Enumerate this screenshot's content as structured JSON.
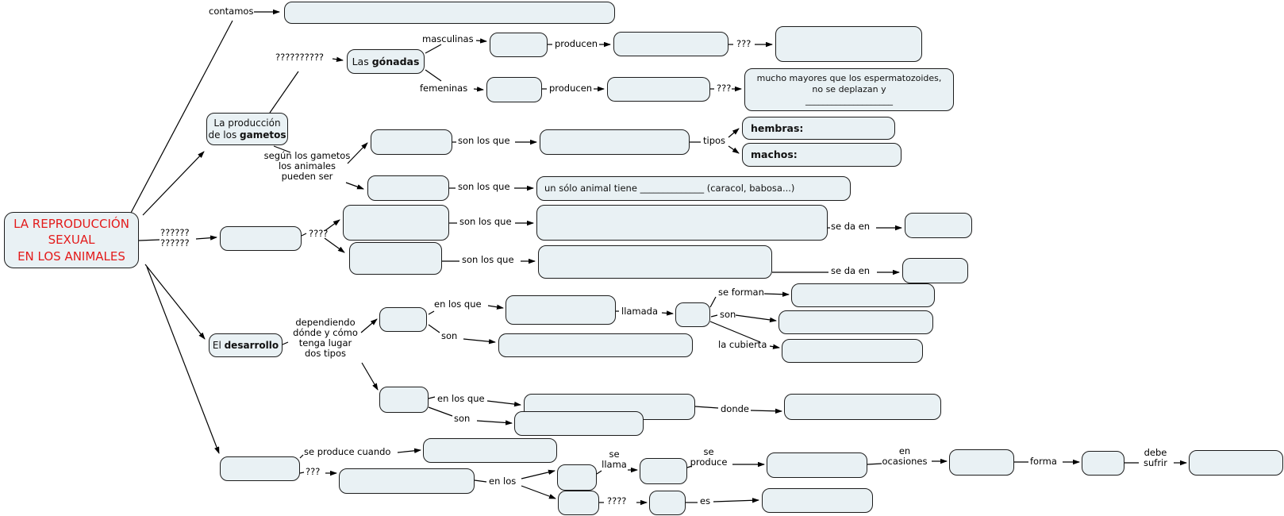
{
  "root": {
    "title": "LA REPRODUCCIÓN\nSEXUAL\nEN LOS ANIMALES"
  },
  "nodes": {
    "gonadas_prefix": "Las ",
    "gonadas_bold": "gónadas",
    "produccion_line1": "La producción",
    "produccion_prefix": "de los ",
    "produccion_bold": "gametos",
    "desarrollo_prefix": "El ",
    "desarrollo_bold": "desarrollo",
    "hembras": "hembras:",
    "machos": "machos:",
    "fem_result": "mucho mayores que los espermatozoides,\nno se deplazan y\n____________________",
    "tipoB_def": "un sólo animal tiene ______________  (caracol, babosa...)"
  },
  "labels": {
    "contamos": "contamos",
    "q10": "??????????",
    "masculinas": "masculinas",
    "producen_m": "producen",
    "q3_m": "???",
    "femeninas": "femeninas",
    "producen_f": "producen",
    "q3_f": "???",
    "segun": "según los gametos\nlos animales\npueden ser",
    "son_los_que_a": "son los que",
    "tipos": "tipos",
    "son_los_que_b": "son los que",
    "q6": "??????\n??????",
    "q4": "????",
    "son_los_que_c": "son los que",
    "se_da_en_a": "se da en",
    "son_los_que_d": "son los que",
    "se_da_en_b": "se da en",
    "dependiendo": "dependiendo\ndónde y cómo\ntenga lugar\ndos tipos",
    "en_los_que_1": "en los que",
    "llamada": "llamada",
    "se_forman": "se forman",
    "son_1": "son",
    "la_cubierta": "la cubierta",
    "son_2": "son",
    "en_los_que_2": "en los que",
    "donde": "donde",
    "son_3": "son",
    "se_produce_cuando": "se produce cuando",
    "q3_b": "???",
    "en_los": "en los",
    "se_llama": "se\nllama",
    "se_produce": "se\nproduce",
    "en_ocasiones": "en\nocasiones",
    "forma": "forma",
    "debe_sufrir": "debe\nsufrir",
    "q4_b": "????",
    "es": "es"
  }
}
